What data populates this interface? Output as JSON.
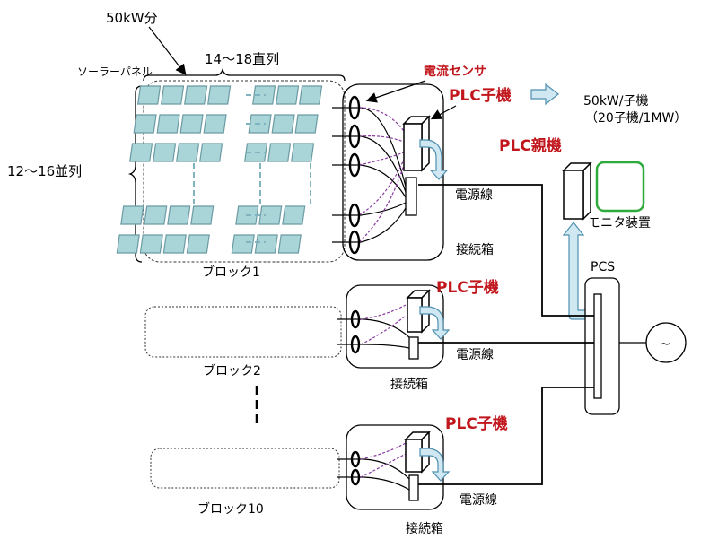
{
  "labels": {
    "capacity_top": "50kW分",
    "series": "14～18直列",
    "solar_panel": "ソーラーパネル",
    "parallel": "12～16並列",
    "current_sensor": "電流センサ",
    "plc_child_1": "PLC子機",
    "rate": "50kW/子機",
    "rate_note": "（20子機/1MW）",
    "plc_parent": "PLC親機",
    "monitor": "モニタ装置",
    "power_line_1": "電源線",
    "junction_box_1": "接続箱",
    "block1": "ブロック1",
    "pcs": "PCS",
    "plc_child_2": "PLC子機",
    "power_line_2": "電源線",
    "junction_box_2": "接続箱",
    "block2": "ブロック2",
    "plc_child_3": "PLC子機",
    "power_line_3": "電源線",
    "junction_box_3": "接続箱",
    "block10": "ブロック10",
    "ac_symbol": "~"
  },
  "colors": {
    "panel_fill": "#a9d4d8",
    "panel_stroke": "#6b9aa3",
    "red_label": "#c0161c",
    "monitor_border": "#2faa3c",
    "sensor_wire": "#8a3aa0",
    "arrow_fill": "#cfe8f2",
    "arrow_stroke": "#4f8fb0"
  }
}
